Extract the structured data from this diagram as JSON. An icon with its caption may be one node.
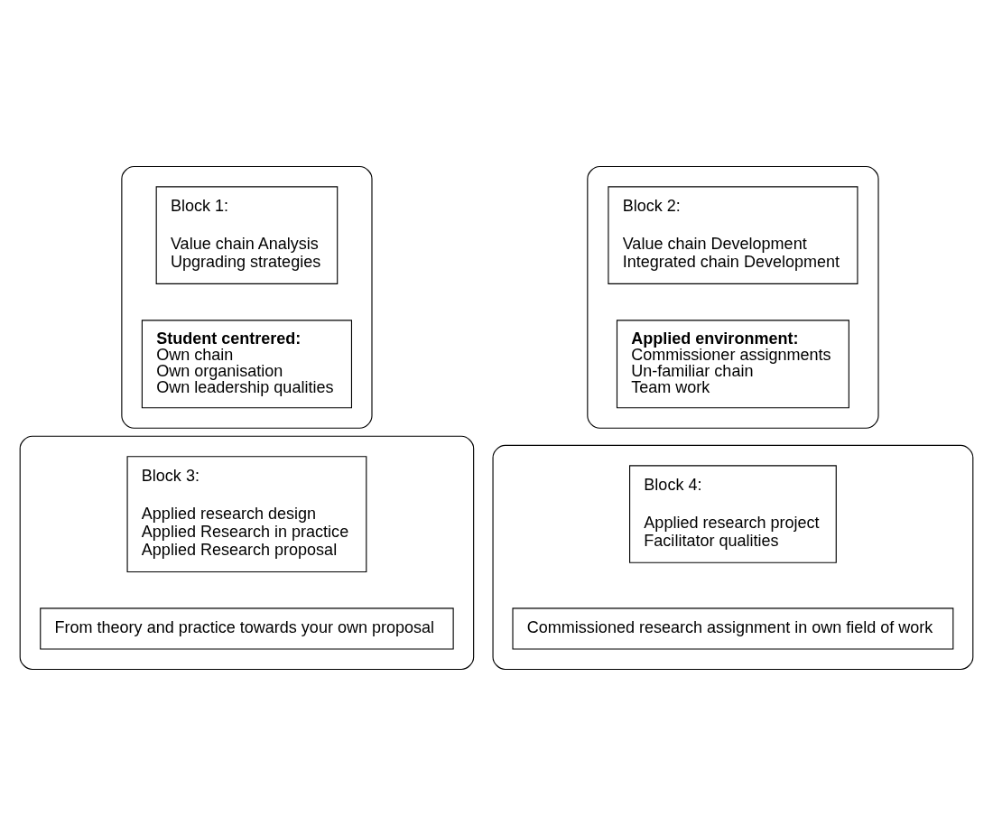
{
  "diagram": {
    "nodes": [
      {
        "text": [],
        "shape": "box"
      },
      {
        "text": [
          "Block 1:",
          "Value chain Analysis",
          "Upgrading strategies"
        ],
        "in": 0
      },
      {
        "text": [
          "Student centrered:",
          "Own chain",
          "Own organisation",
          "Own leadership qualities"
        ],
        "in": 0
      },
      {
        "text": [],
        "shape": "box"
      },
      {
        "text": [
          "Block 2:",
          "Value chain Development",
          "Integrated chain Development"
        ],
        "in": 3
      },
      {
        "text": [
          "Applied environment:",
          "Commissioner assignments",
          "Un-familiar chain",
          "Team work"
        ],
        "in": 3
      },
      {
        "text": [],
        "shape": "box"
      },
      {
        "text": [
          "Block 3:",
          "Applied research design",
          "Applied Research in practice",
          "Applied Research proposal"
        ],
        "in": 6
      },
      {
        "text": [
          "From theory and practice towards your own proposal"
        ],
        "in": 6
      },
      {
        "text": [],
        "shape": "box"
      },
      {
        "text": [
          "Block 4:",
          "Applied research project",
          "Facilitator qualities"
        ],
        "in": 9
      },
      {
        "text": [
          "Commissioned research assignment in own field of work"
        ],
        "in": 9
      }
    ]
  }
}
